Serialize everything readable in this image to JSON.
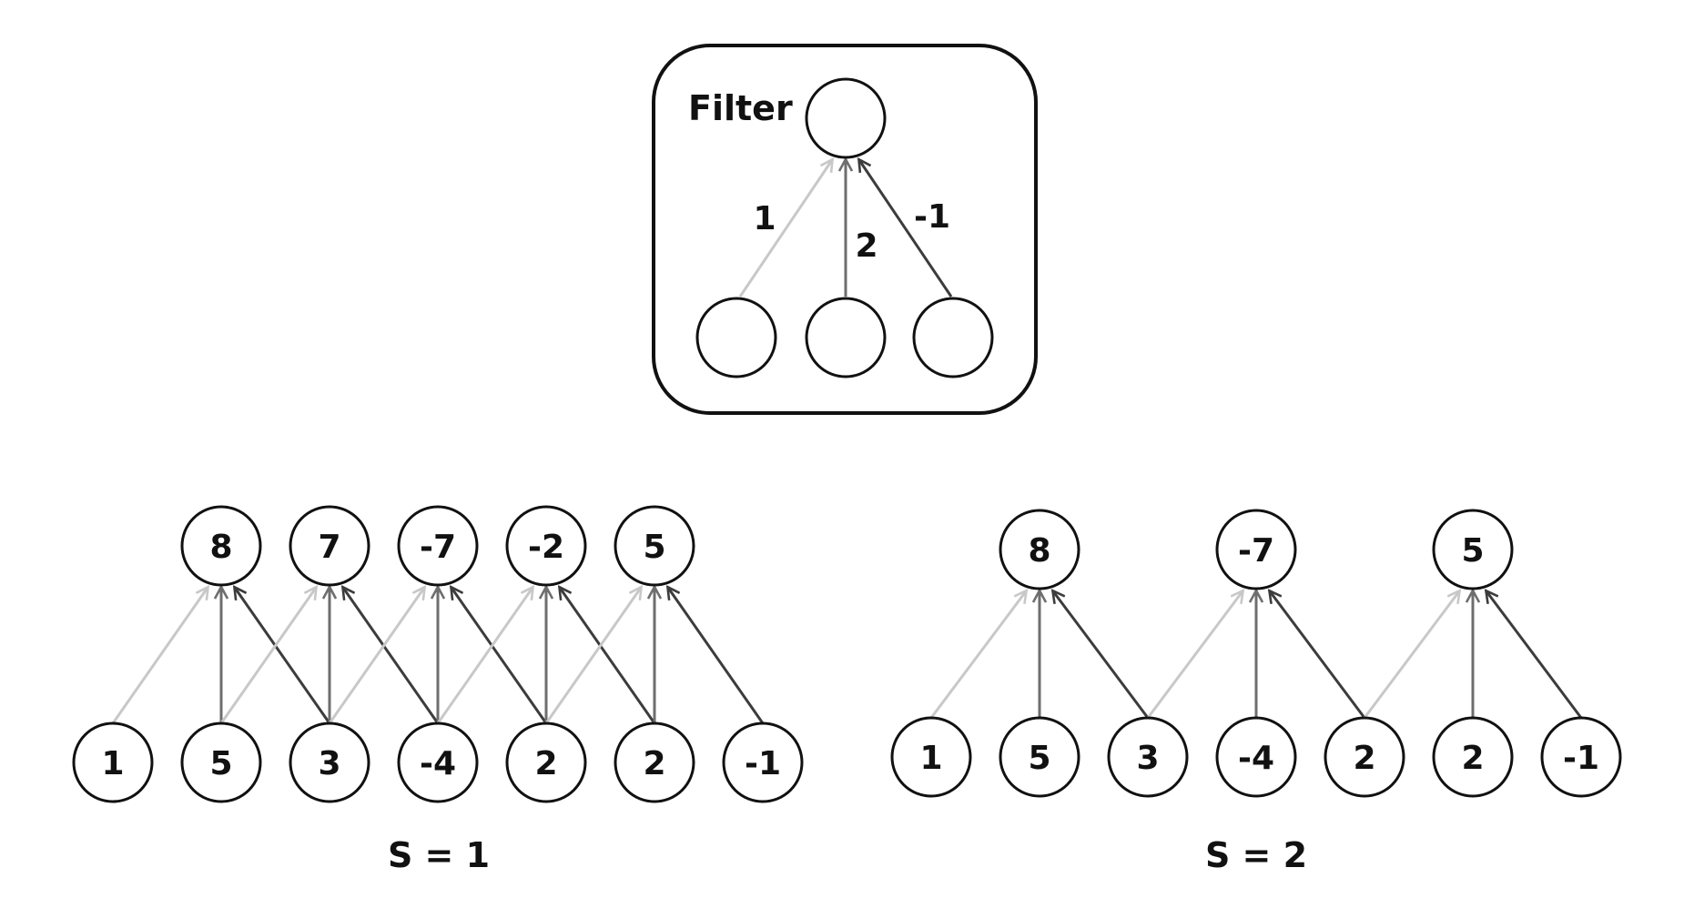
{
  "filter": {
    "title": "Filter",
    "weights": [
      {
        "label": "1",
        "color": "#c8c8c8"
      },
      {
        "label": "2",
        "color": "#6e6e6e"
      },
      {
        "label": "-1",
        "color": "#3c3c3c"
      }
    ]
  },
  "panels": [
    {
      "caption": "S = 1",
      "inputs": [
        "1",
        "5",
        "3",
        "-4",
        "2",
        "2",
        "-1"
      ],
      "outputs": [
        "8",
        "7",
        "-7",
        "-2",
        "5"
      ],
      "stride": 1
    },
    {
      "caption": "S = 2",
      "inputs": [
        "1",
        "5",
        "3",
        "-4",
        "2",
        "2",
        "-1"
      ],
      "outputs": [
        "8",
        "-7",
        "5"
      ],
      "stride": 2
    }
  ]
}
